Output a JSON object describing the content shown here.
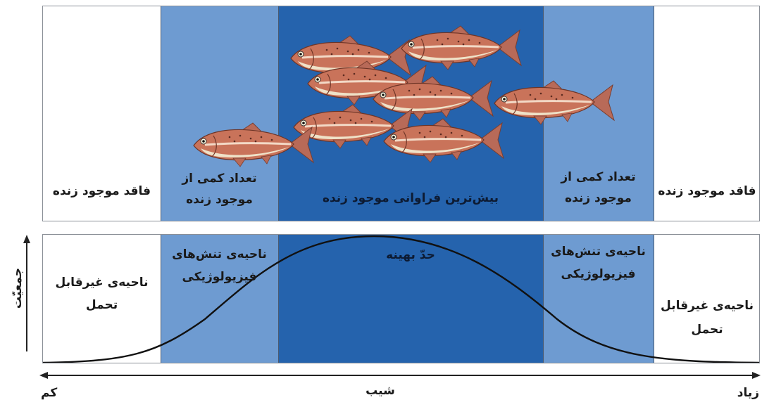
{
  "top_panel": {
    "labels": {
      "left_none": "فاقد موجود زنده",
      "left_few_line1": "تعداد کمی از",
      "left_few_line2": "موجود زنده",
      "center_max": "بیش‌ترین فراوانی موجود زنده",
      "right_few_line1": "تعداد کمی از",
      "right_few_line2": "موجود زنده",
      "right_none": "فاقد موجود زنده"
    },
    "fish_count": 8
  },
  "bottom_panel": {
    "labels": {
      "left_intolerance_line1": "ناحیه‌ی غیرقابل",
      "left_intolerance_line2": "تحمل",
      "left_stress_line1": "ناحیه‌ی تنش‌های",
      "left_stress_line2": "فیزیولوژیکی",
      "optimum": "حدّ بهینه",
      "right_stress_line1": "ناحیه‌ی تنش‌های",
      "right_stress_line2": "فیزیولوژیکی",
      "right_intolerance_line1": "ناحیه‌ی غیرقابل",
      "right_intolerance_line2": "تحمل"
    }
  },
  "axes": {
    "y_label": "جمعیّت",
    "x_label": "شیب",
    "x_low": "کم",
    "x_high": "زیاد"
  },
  "colors": {
    "white_zone": "#ffffff",
    "light_zone": "#6e9bd1",
    "dark_zone": "#2563ad",
    "curve": "#111111",
    "fish_body": "#c9735a",
    "fish_belly": "#efe2c8"
  }
}
